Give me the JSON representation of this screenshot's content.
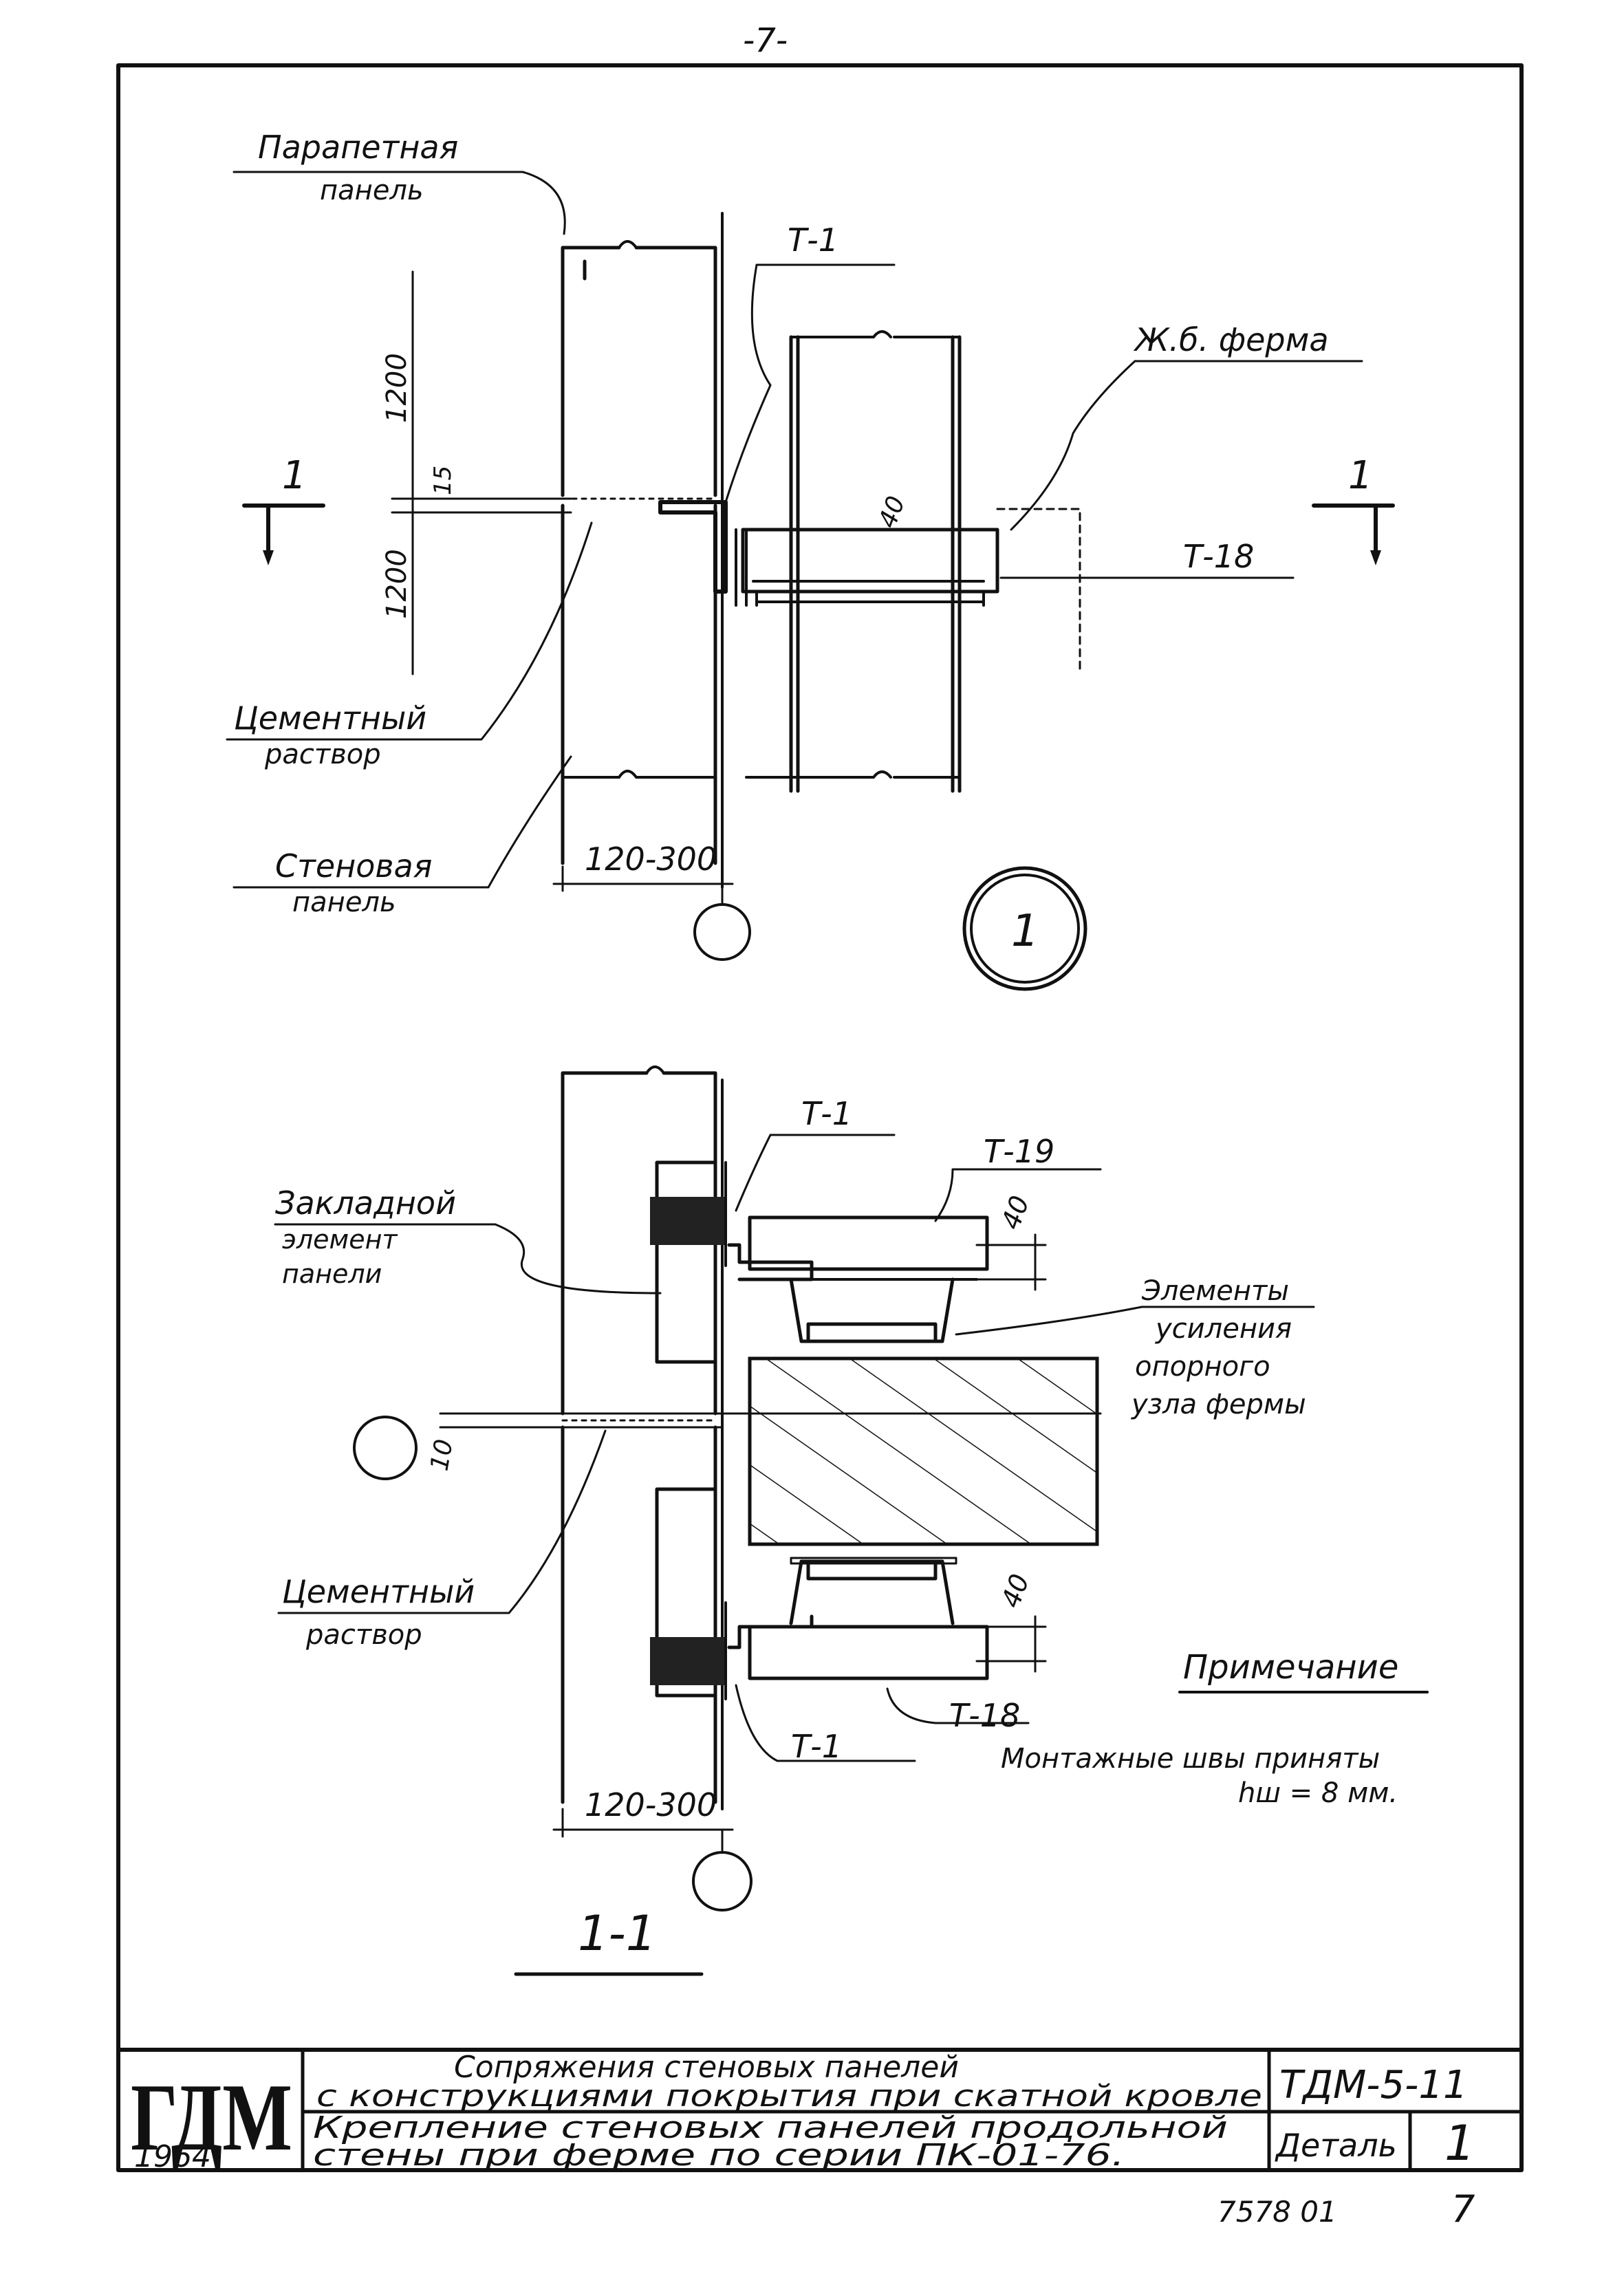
{
  "page": {
    "number": "-7-"
  },
  "upper_view": {
    "labels": {
      "parapet_panel_1": "Парапетная",
      "parapet_panel_2": "панель",
      "truss": "Ж.б. ферма",
      "mortar_1": "Цементный",
      "mortar_2": "раствор",
      "wall_panel_1": "Стеновая",
      "wall_panel_2": "панель",
      "t1": "Т-1",
      "t18": "Т-18",
      "dim_1200_top": "1200",
      "dim_15": "15",
      "dim_1200_bottom": "1200",
      "dim_40": "40",
      "dim_width": "120-300",
      "section_mark": "1",
      "detail_number": "1"
    }
  },
  "lower_view": {
    "labels": {
      "embedded_1": "Закладной",
      "embedded_2": "элемент",
      "embedded_3": "панели",
      "t1_top": "Т-1",
      "t19": "Т-19",
      "dim_40_top": "40",
      "reinforcement_1": "Элементы",
      "reinforcement_2": "усиления",
      "reinforcement_3": "опорного",
      "reinforcement_4": "узла фермы",
      "dim_10": "10",
      "mortar_1": "Цементный",
      "mortar_2": "раствор",
      "dim_40_bottom": "40",
      "t18": "Т-18",
      "t1_bottom": "Т-1",
      "dim_width": "120-300",
      "section_title": "1-1"
    }
  },
  "note": {
    "title": "Примечание",
    "line1": "Монтажные швы приняты",
    "line2": "hш = 8 мм."
  },
  "title_block": {
    "logo": "ГДМ",
    "year": "1964",
    "title_line1": "Сопряжения стеновых панелей",
    "title_line2": "с конструкциями покрытия при скатной кровле",
    "code": "ТДМ-5-11",
    "desc_line1": "Крепление стеновых панелей продольной",
    "desc_line2": "стены при ферме по серии ПК-01-76.",
    "detail_label": "Деталь",
    "detail_value": "1"
  },
  "footer": {
    "sheet_code": "7578 01",
    "sheet_number": "7"
  }
}
